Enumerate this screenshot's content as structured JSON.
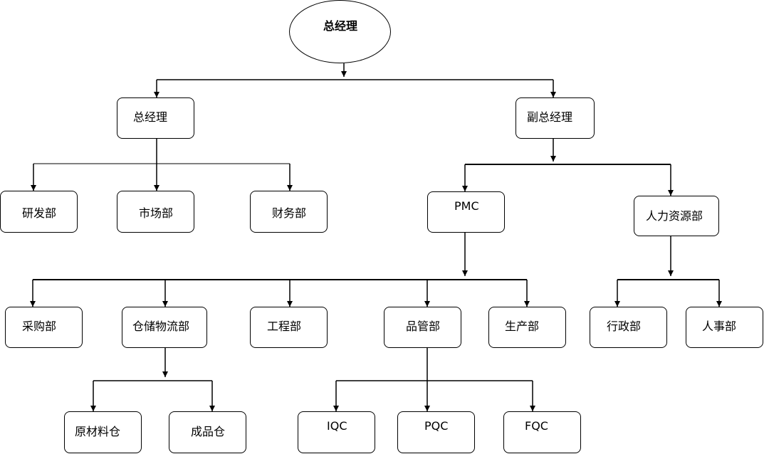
{
  "nodes": {
    "root": "总经理",
    "gm": "总经理",
    "vgm": "副总经理",
    "rnd": "研发部",
    "market": "市场部",
    "finance": "财务部",
    "pmc": "PMC",
    "hr": "人力资源部",
    "purchase": "采购部",
    "warehouse": "仓储物流部",
    "engineering": "工程部",
    "quality": "品管部",
    "production": "生产部",
    "admin": "行政部",
    "personnel": "人事部",
    "raw_warehouse": "原材料仓",
    "finished_warehouse": "成品仓",
    "iqc": "IQC",
    "pqc": "PQC",
    "fqc": "FQC"
  }
}
